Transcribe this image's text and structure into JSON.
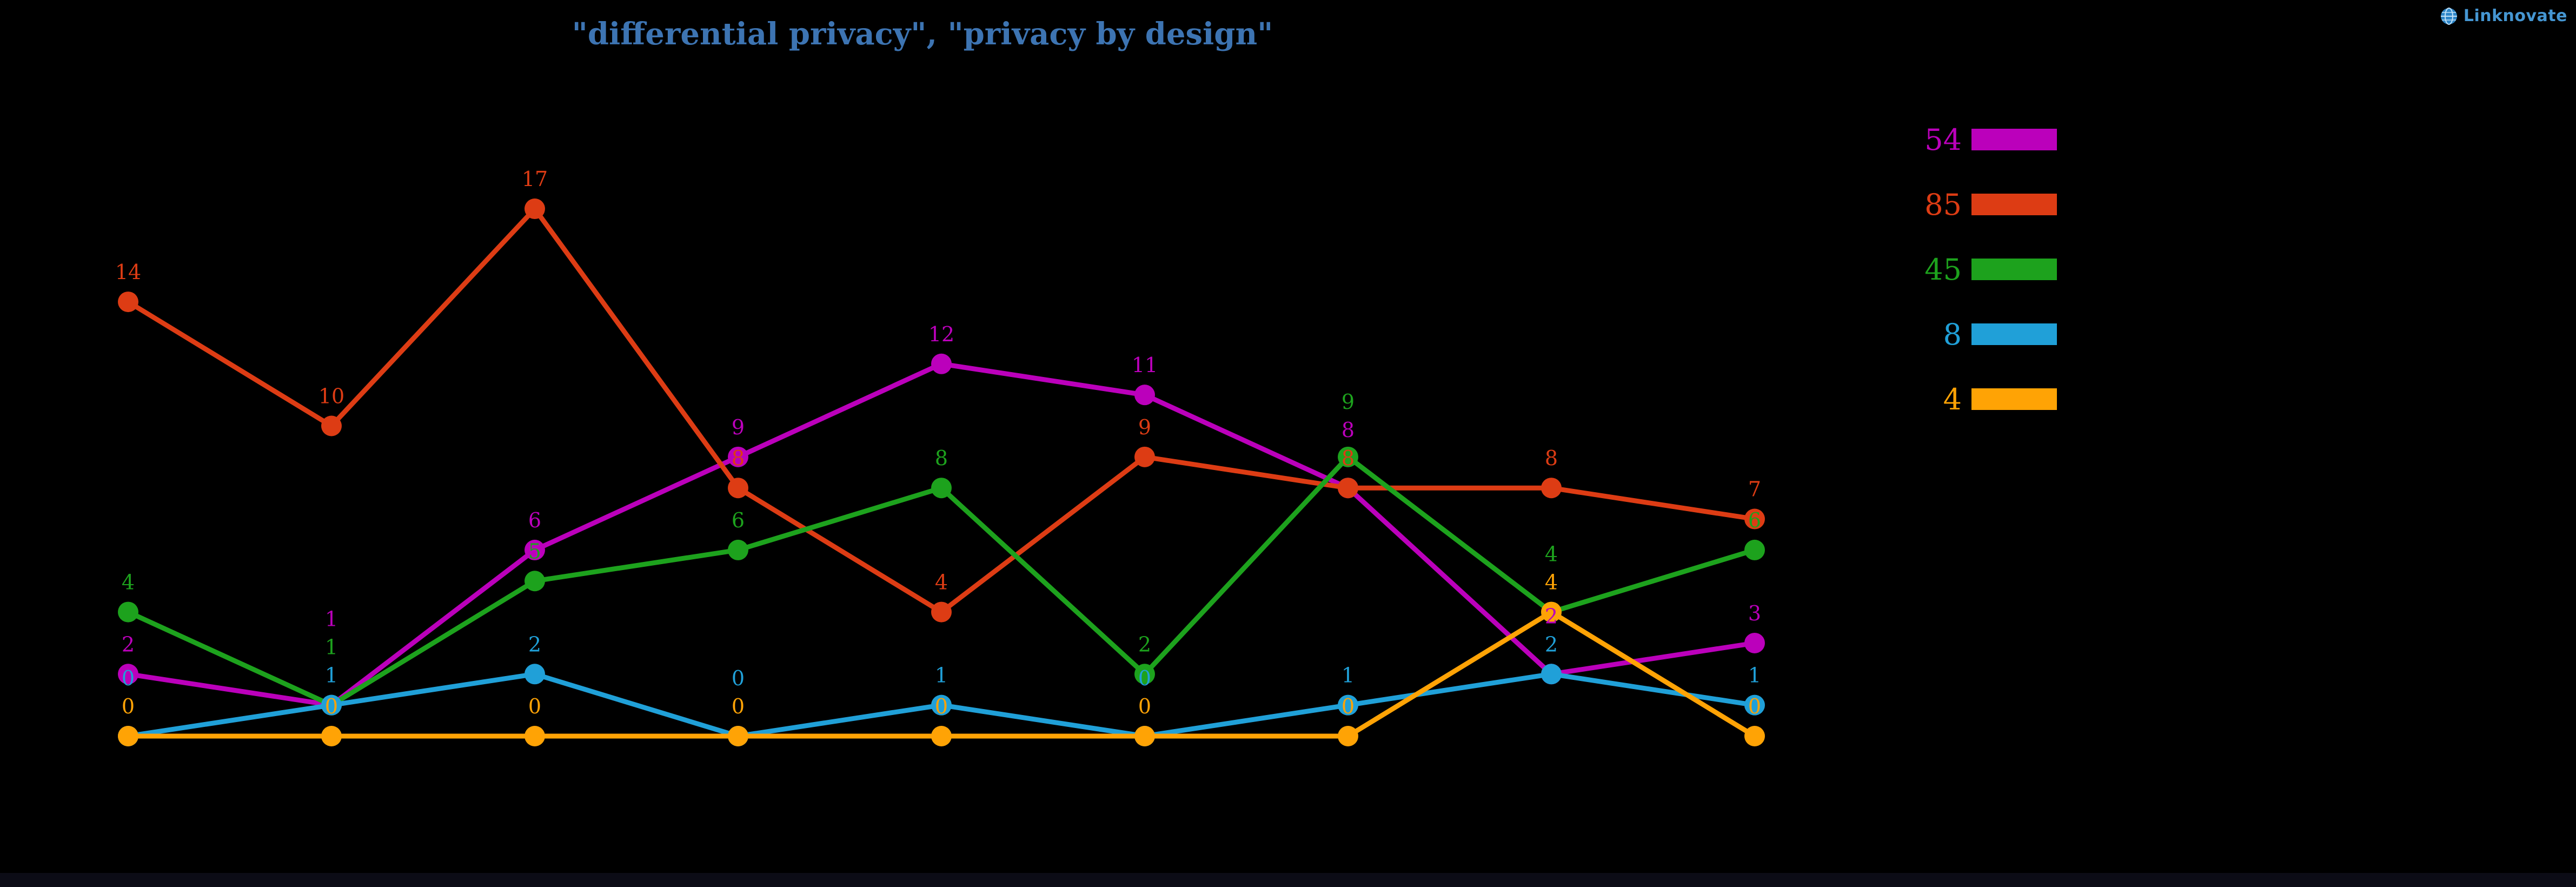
{
  "title": "\"differential privacy\", \"privacy by design\"",
  "logo": {
    "text": "Linknovate"
  },
  "legend": [
    {
      "label": "54",
      "color": "#bb00bb"
    },
    {
      "label": "85",
      "color": "#dd3c14"
    },
    {
      "label": "45",
      "color": "#1da21d"
    },
    {
      "label": "8",
      "color": "#20a0d8"
    },
    {
      "label": "4",
      "color": "#ffa305"
    }
  ],
  "chart_data": {
    "type": "line",
    "title": "\"differential privacy\", \"privacy by design\"",
    "xlabel": "",
    "ylabel": "",
    "x_tick_labels": [],
    "grid": false,
    "axes_visible": false,
    "legend_position": "right",
    "ylim": [
      0,
      17
    ],
    "x": [
      0,
      1,
      2,
      3,
      4,
      5,
      6,
      7,
      8
    ],
    "series": [
      {
        "name": "54",
        "color": "#bb00bb",
        "total": 54,
        "values": [
          2,
          1,
          6,
          9,
          12,
          11,
          8,
          2,
          3
        ]
      },
      {
        "name": "85",
        "color": "#dd3c14",
        "total": 85,
        "values": [
          14,
          10,
          17,
          8,
          4,
          9,
          8,
          8,
          7
        ]
      },
      {
        "name": "45",
        "color": "#1da21d",
        "total": 45,
        "values": [
          4,
          1,
          5,
          6,
          8,
          2,
          9,
          4,
          6
        ]
      },
      {
        "name": "8",
        "color": "#20a0d8",
        "total": 8,
        "values": [
          0,
          1,
          2,
          0,
          1,
          0,
          1,
          2,
          1
        ]
      },
      {
        "name": "4",
        "color": "#ffa305",
        "total": 4,
        "values": [
          0,
          0,
          0,
          0,
          0,
          0,
          0,
          4,
          0
        ]
      }
    ],
    "layout": {
      "x0": 237,
      "x_step": 376,
      "y_base": 1361,
      "y_unit": 57.35,
      "line_width": 9,
      "point_radius": 19,
      "label_font": 38,
      "label_offset": 42,
      "label_gap": 52
    }
  }
}
